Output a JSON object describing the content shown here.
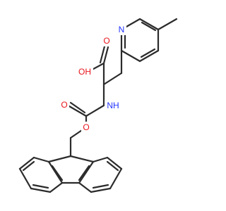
{
  "molecule": {
    "atoms": [
      {
        "id": "n_pyr",
        "label": "N",
        "color": "#2233ff"
      },
      {
        "id": "o_acid",
        "label": "O",
        "color": "#e8141b"
      },
      {
        "id": "oh_acid",
        "label": "OH",
        "color": "#e8141b"
      },
      {
        "id": "nh",
        "label": "NH",
        "color": "#2233ff"
      },
      {
        "id": "o_carbonyl",
        "label": "O",
        "color": "#e8141b"
      },
      {
        "id": "o_ester",
        "label": "O",
        "color": "#e8141b"
      }
    ],
    "bond_color": "#2b2b2b"
  }
}
